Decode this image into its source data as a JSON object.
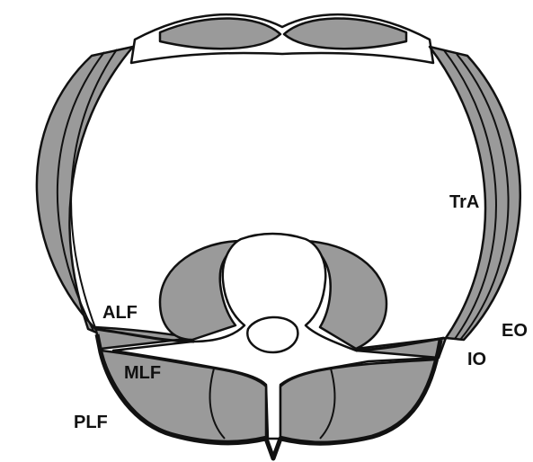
{
  "labels": {
    "tra": "TrA",
    "alf": "ALF",
    "eo": "EO",
    "mlf": "MLF",
    "io": "IO",
    "plf": "PLF"
  },
  "colors": {
    "muscle": "#9a9a9a",
    "outline": "#111111",
    "background": "#ffffff"
  }
}
